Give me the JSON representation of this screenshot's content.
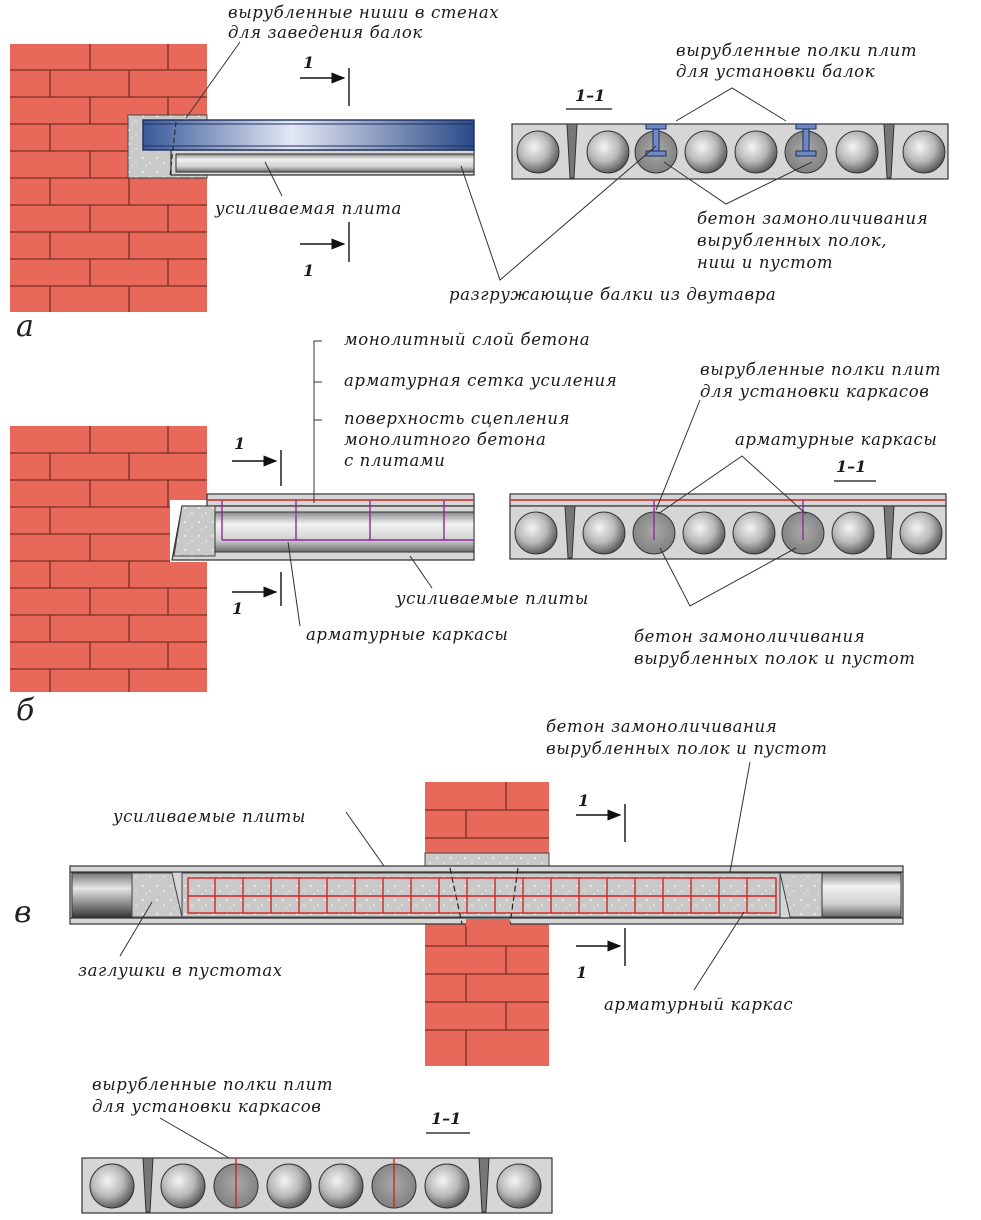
{
  "parts": [
    "а",
    "б",
    "в"
  ],
  "section_mark": "1",
  "section_title": "1–1",
  "a": {
    "niches": [
      "вырубленные ниши в стенах",
      "для заведения балок"
    ],
    "flanges": [
      "вырубленные полки плит",
      "для установки балок"
    ],
    "slab": "усиливаемая плита",
    "grout": [
      "бетон замоноличивания",
      "вырубленных полок,",
      "ниш и пустот"
    ],
    "beams": "разгружающие балки из двутавра"
  },
  "b": {
    "layer": "монолитный слой бетона",
    "mesh": "арматурная сетка усиления",
    "bond": [
      "поверхность сцепления",
      "монолитного бетона",
      "с плитами"
    ],
    "flanges": [
      "вырубленные полки плит",
      "для установки каркасов"
    ],
    "cages_top": "арматурные каркасы",
    "slabs": "усиливаемые плиты",
    "cages": "арматурные каркасы",
    "grout": [
      "бетон замоноличивания",
      "вырубленных полок и пустот"
    ]
  },
  "c": {
    "grout": [
      "бетон замоноличивания",
      "вырубленных полок и пустот"
    ],
    "slabs": "усиливаемые плиты",
    "plugs": "заглушки в пустотах",
    "cage": "арматурный каркас",
    "flanges": [
      "вырубленные полки плит",
      "для установки каркасов"
    ]
  },
  "colors": {
    "brick": "#e8685a",
    "mortar": "#7a2e24",
    "slab": "#d6d6d6",
    "beam": "#2e4d8a",
    "rebar": "#d22424",
    "cage": "#8e2a9a"
  }
}
